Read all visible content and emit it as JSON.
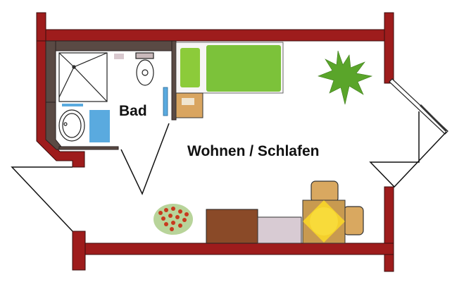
{
  "floorplan": {
    "rooms": [
      {
        "id": "bath",
        "label": "Bad"
      },
      {
        "id": "living",
        "label": "Wohnen / Schlafen"
      }
    ],
    "colors": {
      "wall": "#9e1c1c",
      "wall_inner": "#5a4a44",
      "bed": "#7cc23a",
      "plant": "#5aa52a",
      "nightstand": "#d9a560",
      "dresser": "#8a4a28",
      "sideboard": "#d8cbd3",
      "table": "#c89a50",
      "lamp": "#f4d02c",
      "chair": "#d9a860",
      "bath_blue": "#5aaadf",
      "flowers": "#c83a1e"
    },
    "furniture": [
      "shower",
      "toilet",
      "sink",
      "bath-mat",
      "towel-rail",
      "bed",
      "nightstand",
      "plant",
      "flower-pot",
      "dresser",
      "sideboard",
      "table",
      "chair-top",
      "chair-right",
      "window",
      "entry-door",
      "bath-door"
    ]
  }
}
